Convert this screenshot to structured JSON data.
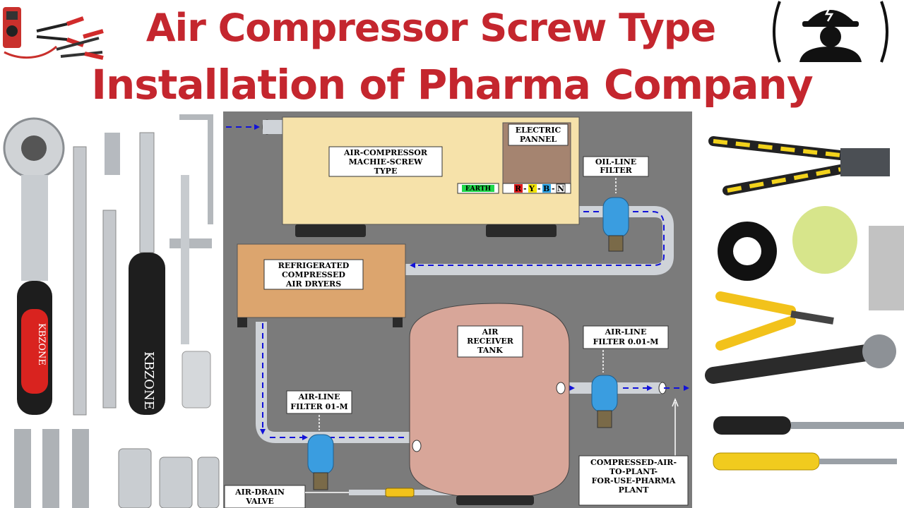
{
  "title": {
    "line1": "Air Compressor Screw Type",
    "line2": "Installation of Pharma Company"
  },
  "diagram": {
    "compressor": [
      "AIR-COMPRESSOR",
      "MACHIE-SCREW",
      "TYPE"
    ],
    "electric_panel": [
      "ELECTRIC",
      "PANNEL"
    ],
    "earth_label": "EARTH",
    "phase_letters": [
      "R",
      "Y",
      "B",
      "N"
    ],
    "oil_filter": [
      "OIL-LINE",
      "FILTER"
    ],
    "dryer": [
      "REFRIGERATED",
      "COMPRESSED",
      "AIR DRYERS"
    ],
    "receiver": [
      "AIR",
      "RECEIVER",
      "TANK"
    ],
    "air_filter_left": [
      "AIR-LINE",
      "FILTER 01-M"
    ],
    "air_filter_right": [
      "AIR-LINE",
      "FILTER 0.01-M"
    ],
    "drain_valve": [
      "AIR-DRAIN",
      "VALVE"
    ],
    "output": [
      "COMPRESSED-AIR-",
      "TO-PLANT-",
      "FOR-USE-PHARMA",
      "PLANT"
    ]
  },
  "tool_brand": "KBZONE",
  "colors": {
    "title": "#c4262e",
    "diagram_bg": "#7b7b7b",
    "compressor": "#f6e2aa",
    "panel": "#a58470",
    "dryer": "#dca56e",
    "tank": "#d8a699",
    "filter": "#3a9de0",
    "pipe": "#cfd3d8",
    "flow_arrow": "#1212d8",
    "phase_R": "#e21b1b",
    "phase_Y": "#f2e400",
    "phase_B": "#2aa6ea",
    "earth": "#1ed84a"
  }
}
